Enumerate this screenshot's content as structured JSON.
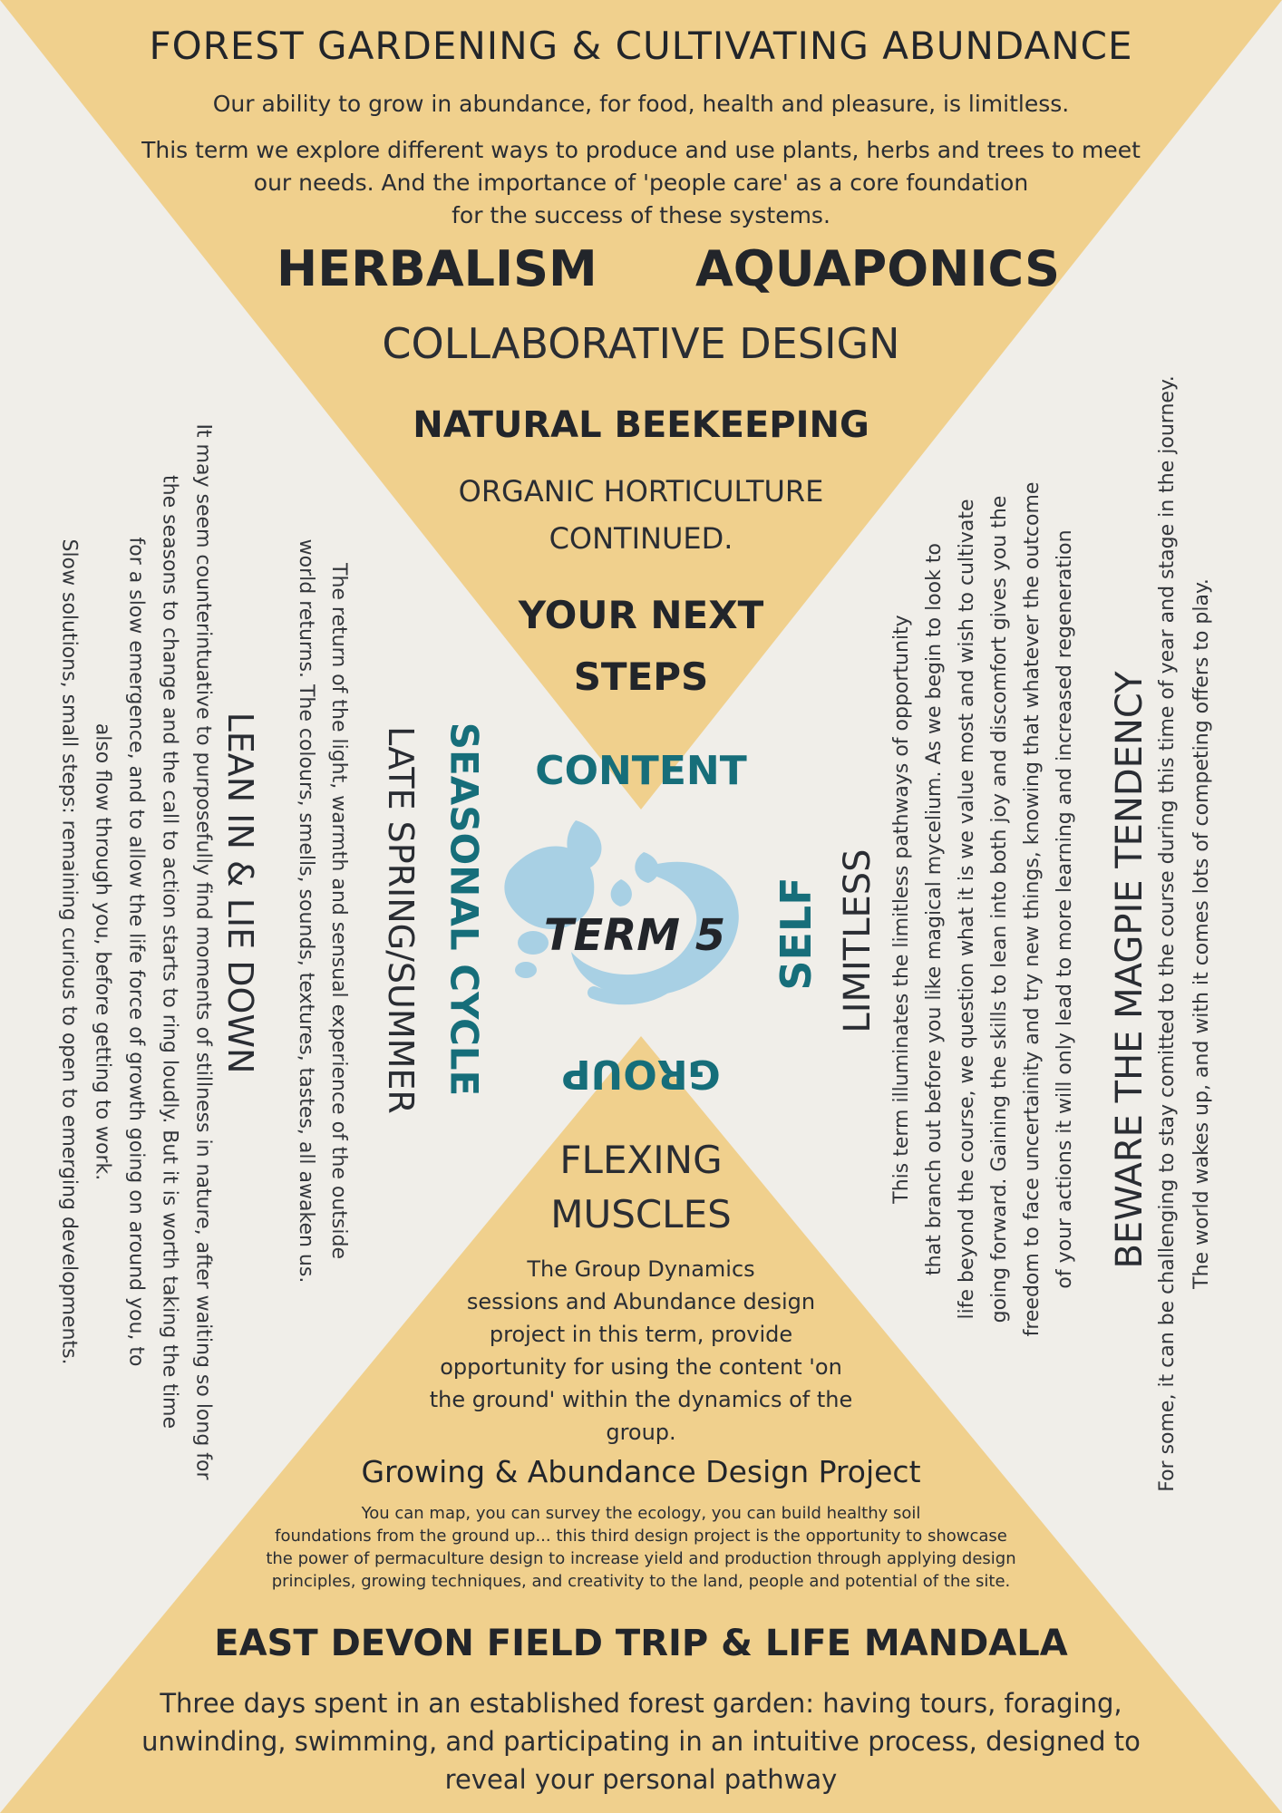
{
  "colors": {
    "background": "#f0eee9",
    "ochre": "#f0d08d",
    "teal": "#166e7a",
    "logo_blue": "#a8d0e4",
    "text": "#22252a"
  },
  "header": {
    "title": "FOREST GARDENING & CULTIVATING ABUNDANCE",
    "intro_1": "Our ability to grow in abundance, for food, health and pleasure, is limitless.",
    "intro_2_lines": [
      "This term we explore different ways to produce and use plants, herbs and trees to meet",
      "our needs. And the importance of 'people care' as a core foundation",
      "for the success of these systems."
    ]
  },
  "topics": {
    "herbalism": "HERBALISM",
    "aquaponics": "AQUAPONICS",
    "collaborative": "COLLABORATIVE DESIGN",
    "beekeeping": "NATURAL BEEKEEPING",
    "horticulture_lines": [
      "ORGANIC HORTICULTURE",
      "CONTINUED."
    ],
    "next_steps_lines": [
      "YOUR NEXT",
      "STEPS"
    ]
  },
  "center": {
    "content": "CONTENT",
    "self": "SELF",
    "group": "GROUP",
    "seasonal": "SEASONAL CYCLE",
    "logo_text": "TERM 5",
    "logo_icon": "leaf-swirl-logo"
  },
  "left": {
    "season": "LATE SPRING/SUMMER",
    "season_text_lines": [
      "The return of the light, warmth and sensual experience of the outside",
      "world returns. The colours, smells, sounds, textures, tastes, all awaken us."
    ],
    "lean_title": "LEAN IN & LIE DOWN",
    "lean_text_lines": [
      "It may seem counterintuative to purposefully find moments of stillness in nature, after waiting so long for",
      "the seasons to change and the call to action starts to ring loudly. But it is worth taking the time",
      "for a slow emergence, and to allow the life force of growth going on around you, to",
      "also flow through you, before getting to work.",
      "Slow solutions, small steps: remaining curious to open to emerging developments."
    ]
  },
  "right": {
    "limitless_title": "LIMITLESS",
    "limitless_text_lines": [
      "This term illuminates the limitless  pathways of opportunity",
      "that branch out before you like magical mycelium. As we begin to look to",
      "life beyond the course, we question what it is we value most and wish to cultivate",
      "going forward. Gaining the skills to lean into both joy and discomfort gives you the",
      "freedom to face uncertainity and try new things, knowing that whatever the outcome",
      "of your actions it will only lead to more learning and increased regeneration"
    ],
    "magpie_title": "BEWARE THE MAGPIE TENDENCY",
    "magpie_text_lines": [
      "For some, it can be challenging to stay comitted to the course during this time of year and stage in the journey.",
      "The world wakes up, and with it comes lots of competing offers to play."
    ]
  },
  "bottom": {
    "flexing_lines": [
      "FLEXING",
      "MUSCLES"
    ],
    "group_text_lines": [
      "The Group Dynamics",
      "sessions and Abundance design",
      "project in this term, provide",
      "opportunity for using the content 'on",
      "the ground' within the dynamics of the",
      "group."
    ],
    "project_title": "Growing & Abundance Design Project",
    "project_text_lines": [
      "You can map, you can survey the ecology, you can build healthy soil",
      "foundations from the ground up... this third design project is the opportunity to showcase",
      "the power of permaculture design to increase yield and production through applying design",
      "principles, growing techniques, and creativity to the land, people and potential of the site."
    ],
    "trip_title": "EAST DEVON FIELD TRIP & LIFE MANDALA",
    "trip_text_lines": [
      "Three days spent in an established forest garden: having tours, foraging,",
      "unwinding, swimming, and participating in an intuitive process, designed to",
      "reveal your personal pathway"
    ]
  }
}
